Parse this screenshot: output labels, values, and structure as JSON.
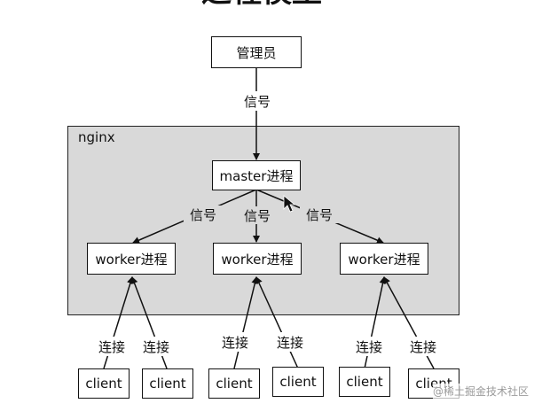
{
  "title_fragment": "进程模型",
  "admin": "管理员",
  "signal_label": "信号",
  "nginx_label": "nginx",
  "master": "master进程",
  "worker": "worker进程",
  "connect_label": "连接",
  "client": "client",
  "watermark": "@稀土掘金技术社区",
  "colors": {
    "frame": "#d9d9d9",
    "line": "#111111"
  },
  "icons": [
    "mouse-cursor-icon"
  ]
}
